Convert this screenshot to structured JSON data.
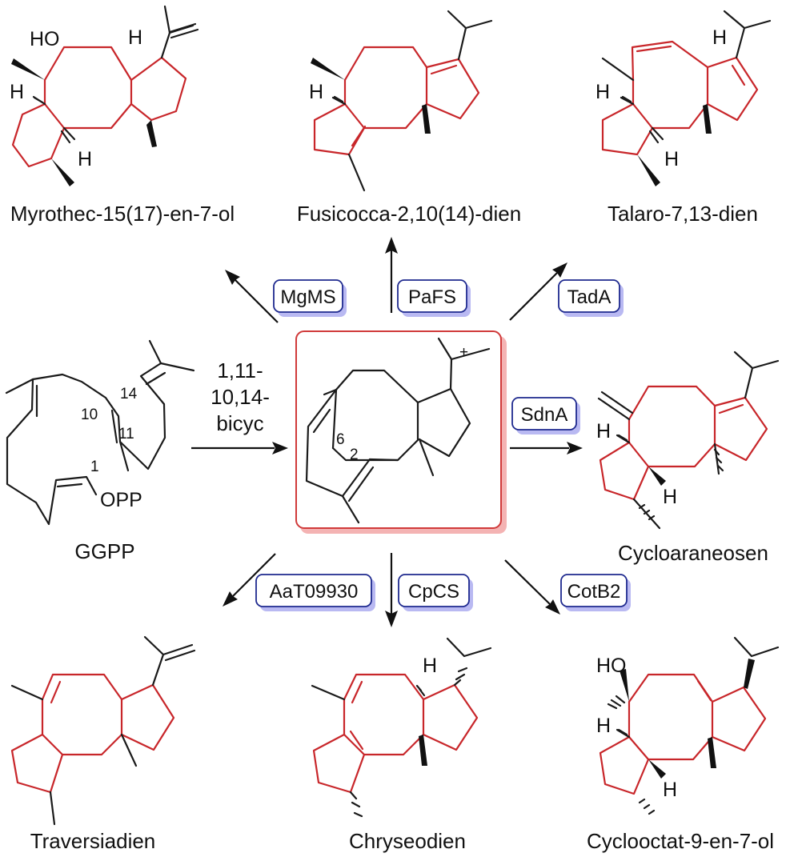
{
  "scheme": {
    "substrate": {
      "name": "GGPP",
      "leaving_group": "OPP",
      "carbon_numbers": [
        "1",
        "10",
        "11",
        "14"
      ]
    },
    "cyclization_label": [
      "1,11-",
      "10,14-",
      "bicyc"
    ],
    "intermediate": {
      "carbon_numbers": [
        "2",
        "6"
      ],
      "charge": "+"
    },
    "products": [
      {
        "name": "Myrothec-15(17)-en-7-ol",
        "enzyme": "MgMS"
      },
      {
        "name": "Fusicocca-2,10(14)-dien",
        "enzyme": "PaFS"
      },
      {
        "name": "Talaro-7,13-dien",
        "enzyme": "TadA"
      },
      {
        "name": "Cycloaraneosen",
        "enzyme": "SdnA"
      },
      {
        "name": "Traversiadien",
        "enzyme": "AaT09930"
      },
      {
        "name": "Chryseodien",
        "enzyme": "CpCS"
      },
      {
        "name": "Cyclooctat-9-en-7-ol",
        "enzyme": "CotB2"
      }
    ],
    "atom_labels": {
      "H": "H",
      "HO": "HO"
    }
  }
}
